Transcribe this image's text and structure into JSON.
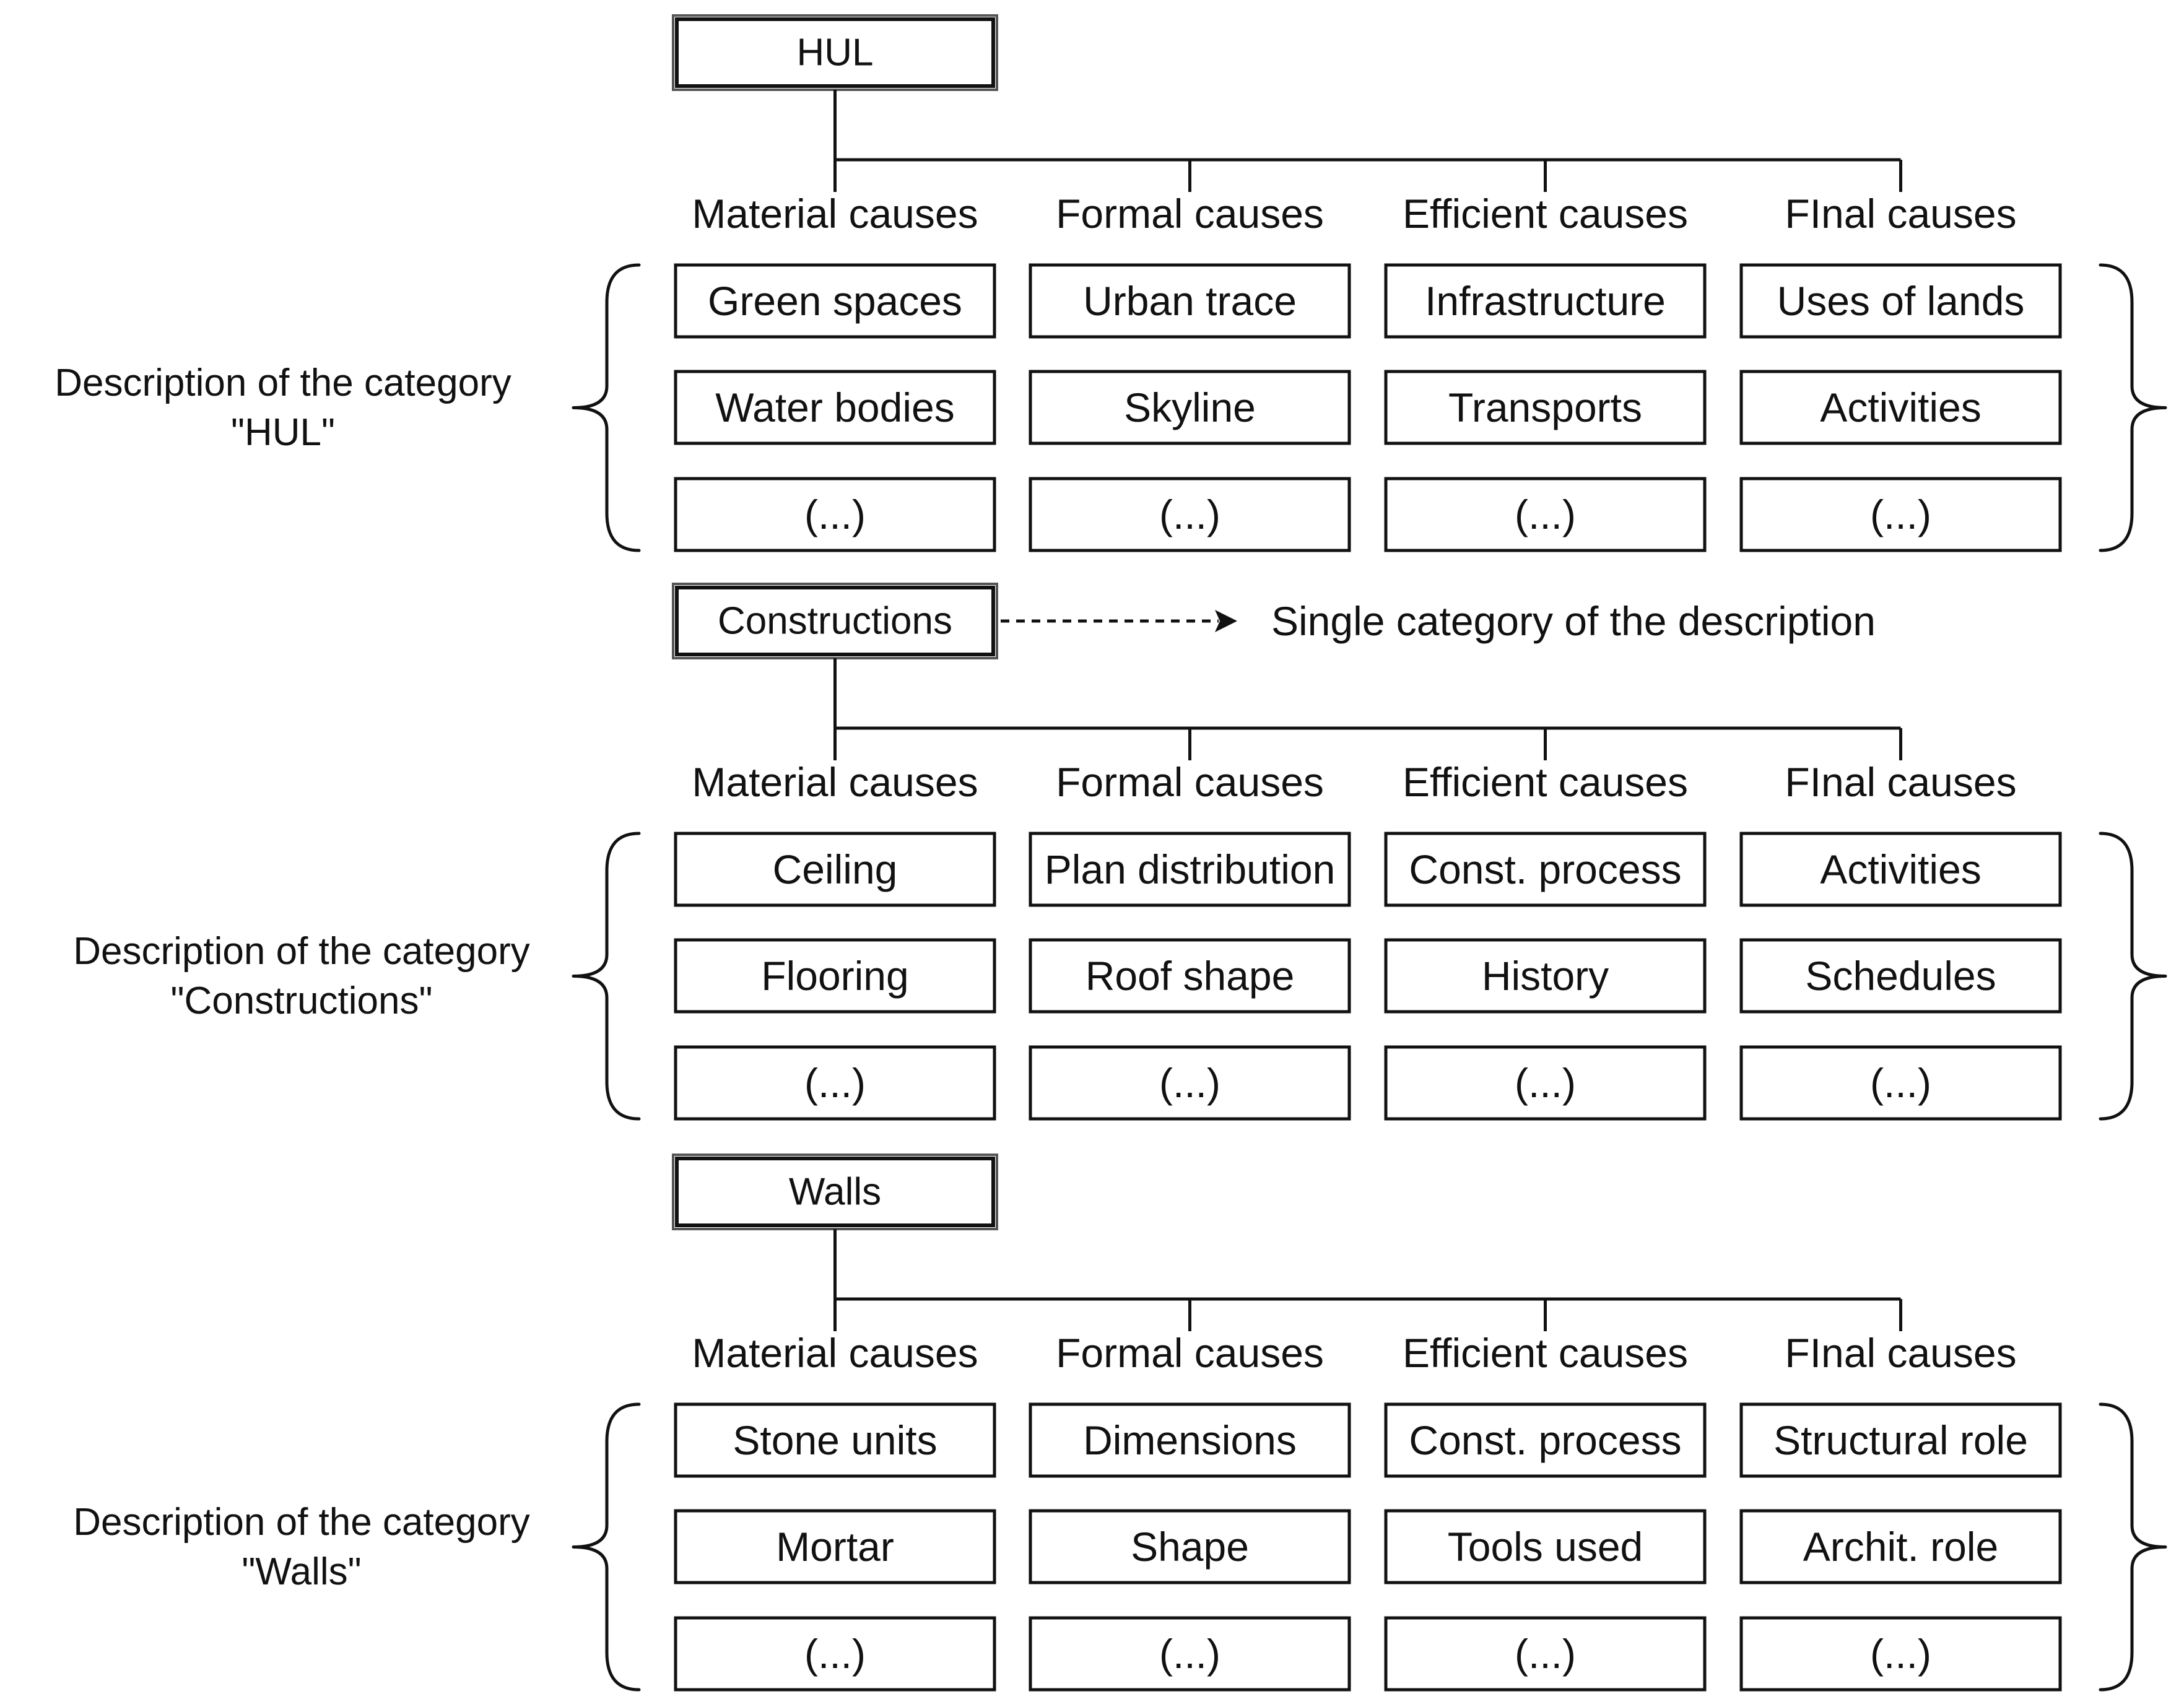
{
  "sections": [
    {
      "category": "HUL",
      "description": [
        "Description of the category",
        "\"HUL\""
      ],
      "causes": [
        "Material causes",
        "Formal causes",
        "Efficient causes",
        "FInal causes"
      ],
      "rows": [
        [
          "Green spaces",
          "Urban trace",
          "Infrastructure",
          "Uses of lands"
        ],
        [
          "Water bodies",
          "Skyline",
          "Transports",
          "Activities"
        ],
        [
          "(...)",
          "(...)",
          "(...)",
          "(...)"
        ]
      ]
    },
    {
      "category": "Constructions",
      "description": [
        "Description of the category",
        "\"Constructions\""
      ],
      "causes": [
        "Material causes",
        "Formal causes",
        "Efficient causes",
        "FInal causes"
      ],
      "rows": [
        [
          "Ceiling",
          "Plan distribution",
          "Const. process",
          "Activities"
        ],
        [
          "Flooring",
          "Roof shape",
          "History",
          "Schedules"
        ],
        [
          "(...)",
          "(...)",
          "(...)",
          "(...)"
        ]
      ]
    },
    {
      "category": "Walls",
      "description": [
        "Description of the category",
        "\"Walls\""
      ],
      "causes": [
        "Material causes",
        "Formal causes",
        "Efficient causes",
        "FInal causes"
      ],
      "rows": [
        [
          "Stone units",
          "Dimensions",
          "Const. process",
          "Structural role"
        ],
        [
          "Mortar",
          "Shape",
          "Tools used",
          "Archit. role"
        ],
        [
          "(...)",
          "(...)",
          "(...)",
          "(...)"
        ]
      ]
    }
  ],
  "annotation": {
    "from": "Constructions",
    "text": "Single category of the description"
  },
  "colors": {
    "line": "#111111",
    "background": "#ffffff"
  }
}
